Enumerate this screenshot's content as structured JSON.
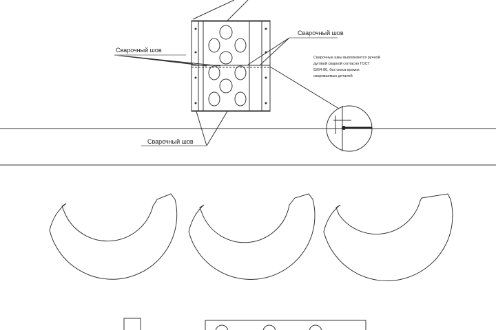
{
  "labels": {
    "weld_seam_right": "Сварочный шов",
    "weld_seam_left": "Сварочный шов",
    "weld_seam_bottom": "Сварочный шов"
  },
  "note": {
    "line1": "Сварочные швы выполняются ручной",
    "line2": "дуговой сваркой согласно ГОСТ",
    "line3": "5264-80, без скоса кромок",
    "line4": "свариваемых деталей"
  }
}
